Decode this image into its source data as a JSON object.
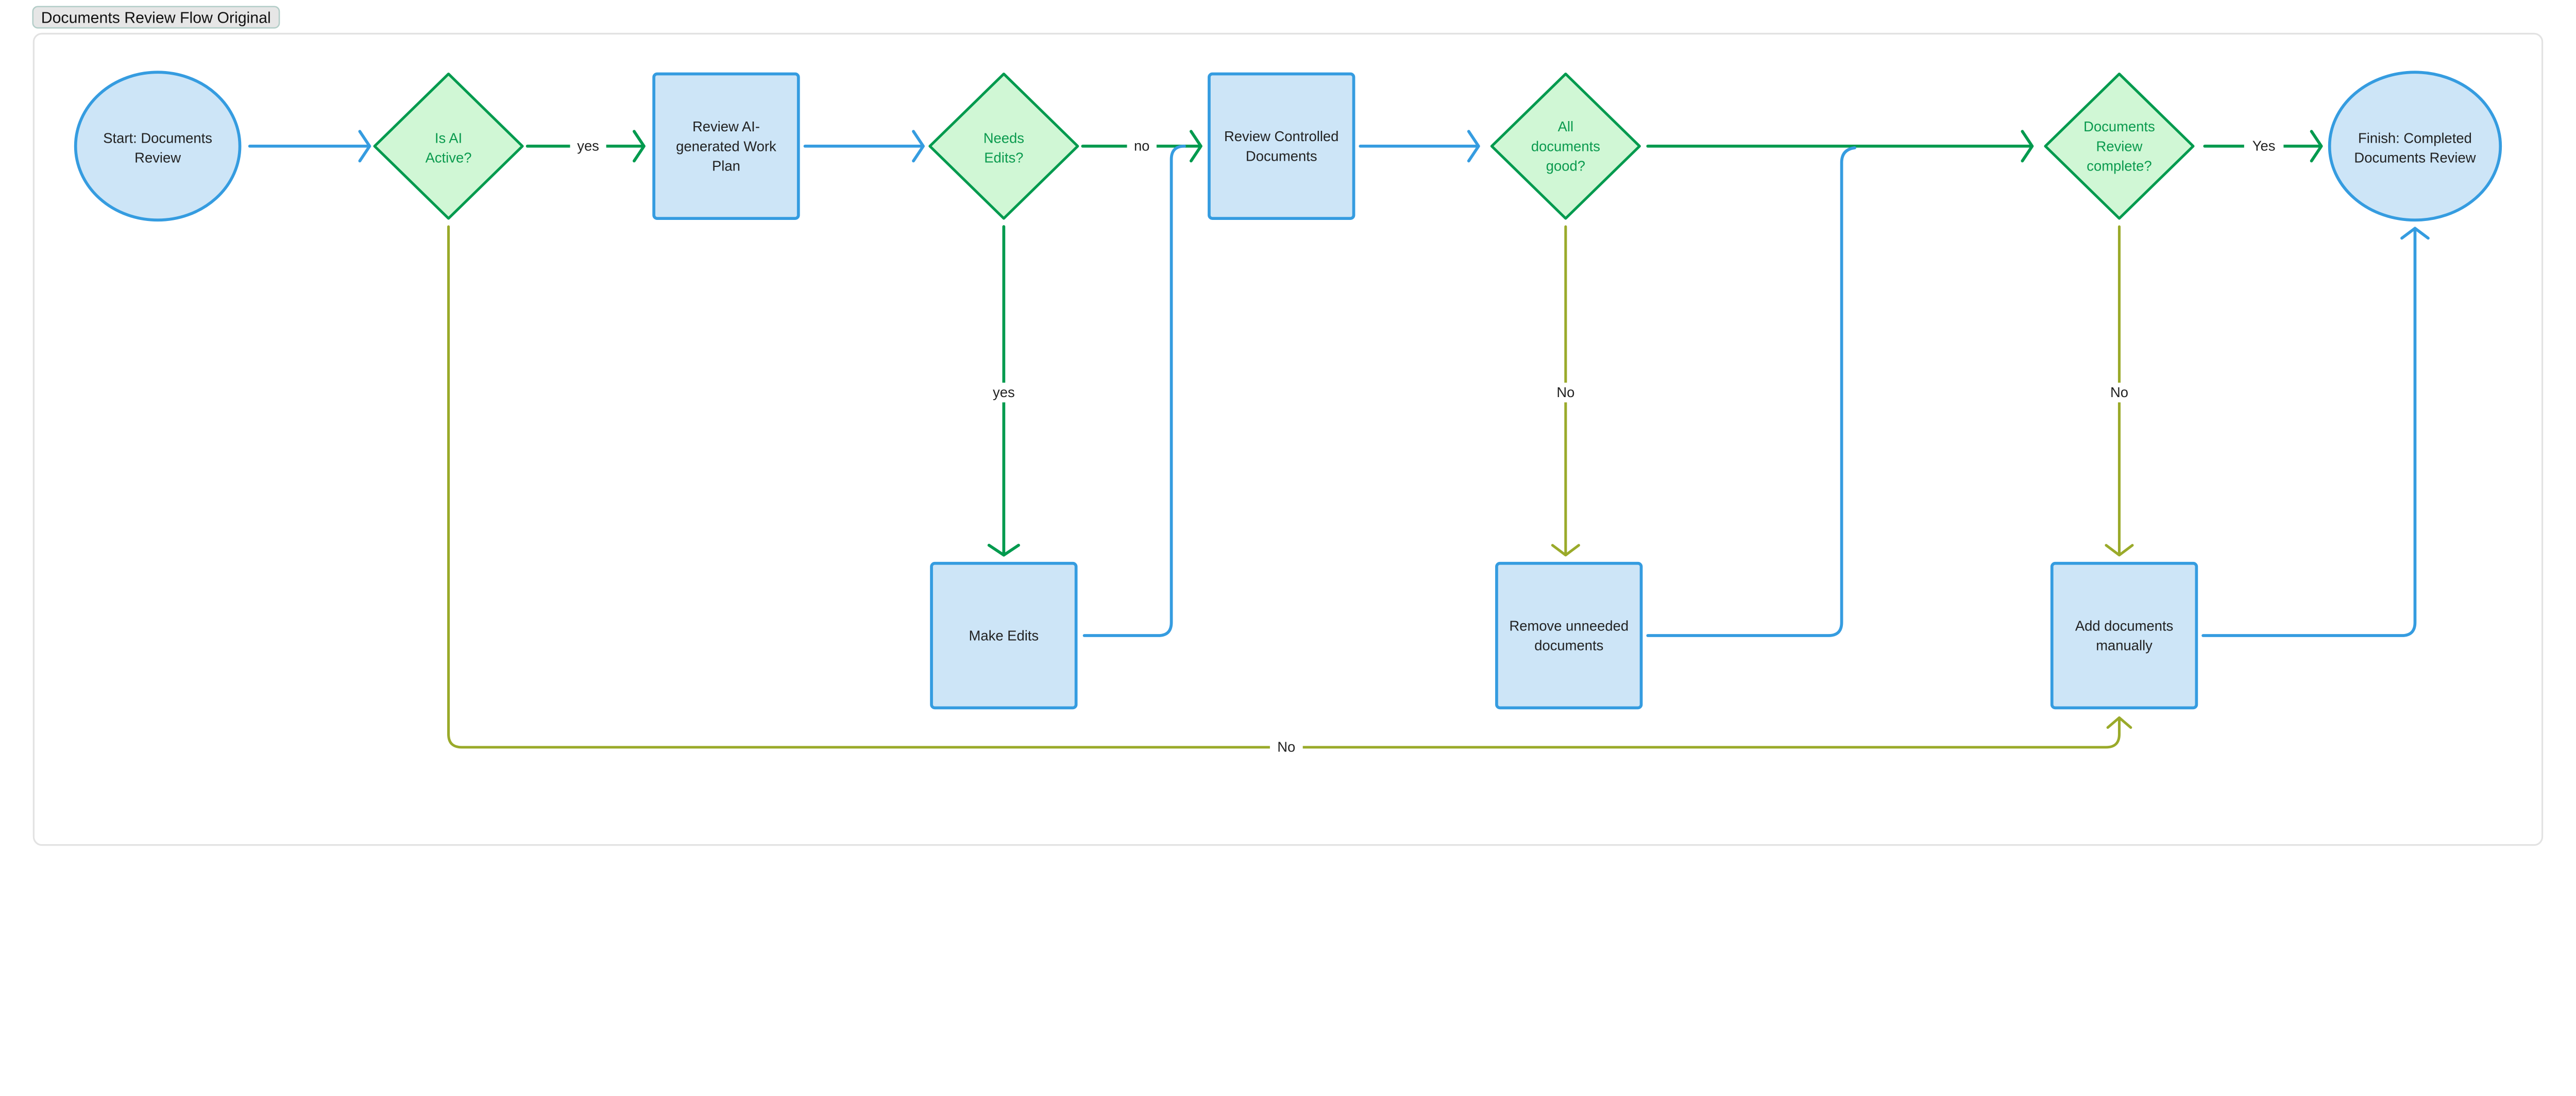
{
  "title": "Documents Review Flow Original",
  "colors": {
    "process_fill": "#cde5f7",
    "process_stroke": "#359ce0",
    "decision_fill": "#d0f7d5",
    "decision_stroke": "#009a4e",
    "negative_edge": "#9aaa2a"
  },
  "nodes": {
    "start": [
      "Start: Documents",
      "Review"
    ],
    "is_ai_active": [
      "Is AI",
      "Active?"
    ],
    "review_ai_plan": [
      "Review AI-",
      "generated Work",
      "Plan"
    ],
    "needs_edits": [
      "Needs",
      "Edits?"
    ],
    "review_controlled": [
      "Review Controlled",
      "Documents"
    ],
    "all_docs_good": [
      "All",
      "documents",
      "good?"
    ],
    "docs_review_complete": [
      "Documents",
      "Review",
      "complete?"
    ],
    "finish": [
      "Finish: Completed",
      "Documents Review"
    ],
    "make_edits": [
      "Make Edits"
    ],
    "remove_unneeded": [
      "Remove unneeded",
      "documents"
    ],
    "add_manually": [
      "Add documents",
      "manually"
    ]
  },
  "edges": {
    "ai_yes": "yes",
    "edits_no": "no",
    "edits_yes": "yes",
    "good_no": "No",
    "complete_no": "No",
    "complete_yes": "Yes",
    "ai_no": "No"
  }
}
